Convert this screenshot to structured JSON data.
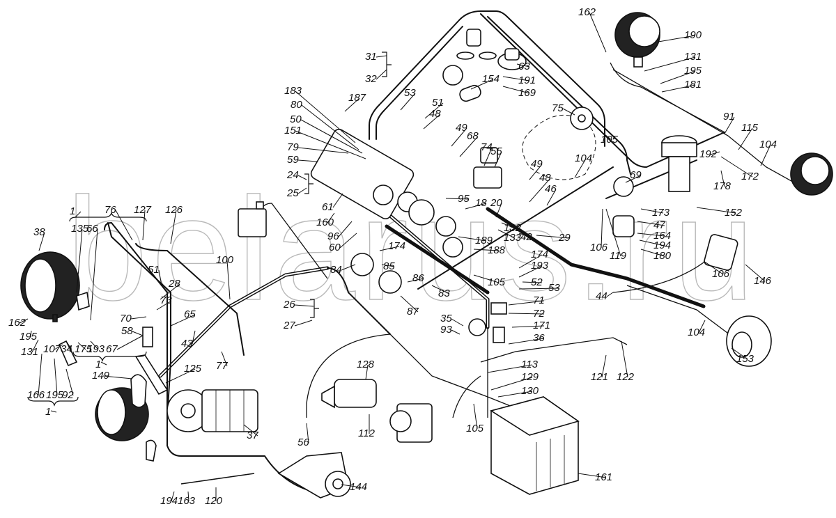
{
  "diagram": {
    "title": "Tractor electrical equipment wiring — exploded view",
    "watermark": "belarus.ru",
    "components": [
      {
        "id": "headlight-left-upper",
        "label": "38"
      },
      {
        "id": "headlight-left-lower",
        "label": ""
      },
      {
        "id": "headlight-right-top",
        "label": "190"
      },
      {
        "id": "headlight-right-rear",
        "label": ""
      },
      {
        "id": "generator",
        "label": "37"
      },
      {
        "id": "starter",
        "label": ""
      },
      {
        "id": "battery",
        "label": "161"
      },
      {
        "id": "heater-fan",
        "label": "144"
      },
      {
        "id": "wiper-motor",
        "label": "146"
      },
      {
        "id": "blower-motor",
        "label": "153"
      },
      {
        "id": "instrument-panel",
        "label": ""
      },
      {
        "id": "fuel-filter",
        "label": ""
      },
      {
        "id": "fan-motor-cab",
        "label": ""
      },
      {
        "id": "cab-lamp",
        "label": "63"
      },
      {
        "id": "speaker-dome",
        "label": "75"
      },
      {
        "id": "relay-regulator",
        "label": "112"
      }
    ],
    "callouts": [
      {
        "text": "162"
      },
      {
        "text": "190"
      },
      {
        "text": "131"
      },
      {
        "text": "195"
      },
      {
        "text": "181"
      },
      {
        "text": "31"
      },
      {
        "text": "32"
      },
      {
        "text": "63"
      },
      {
        "text": "191"
      },
      {
        "text": "169"
      },
      {
        "text": "154"
      },
      {
        "text": "183"
      },
      {
        "text": "187"
      },
      {
        "text": "80"
      },
      {
        "text": "53"
      },
      {
        "text": "51"
      },
      {
        "text": "48"
      },
      {
        "text": "50"
      },
      {
        "text": "151"
      },
      {
        "text": "79"
      },
      {
        "text": "59"
      },
      {
        "text": "24"
      },
      {
        "text": "25"
      },
      {
        "text": "75"
      },
      {
        "text": "105"
      },
      {
        "text": "91"
      },
      {
        "text": "115"
      },
      {
        "text": "104"
      },
      {
        "text": "49"
      },
      {
        "text": "68"
      },
      {
        "text": "74"
      },
      {
        "text": "55"
      },
      {
        "text": "192"
      },
      {
        "text": "172"
      },
      {
        "text": "178"
      },
      {
        "text": "61"
      },
      {
        "text": "95"
      },
      {
        "text": "18"
      },
      {
        "text": "20"
      },
      {
        "text": "49"
      },
      {
        "text": "48"
      },
      {
        "text": "46"
      },
      {
        "text": "104"
      },
      {
        "text": "69"
      },
      {
        "text": "173"
      },
      {
        "text": "152"
      },
      {
        "text": "160"
      },
      {
        "text": "96"
      },
      {
        "text": "60"
      },
      {
        "text": "132"
      },
      {
        "text": "133"
      },
      {
        "text": "42"
      },
      {
        "text": "29"
      },
      {
        "text": "106"
      },
      {
        "text": "119"
      },
      {
        "text": "47"
      },
      {
        "text": "164"
      },
      {
        "text": "194"
      },
      {
        "text": "180"
      },
      {
        "text": "174"
      },
      {
        "text": "189"
      },
      {
        "text": "188"
      },
      {
        "text": "84"
      },
      {
        "text": "85"
      },
      {
        "text": "86"
      },
      {
        "text": "83"
      },
      {
        "text": "87"
      },
      {
        "text": "174"
      },
      {
        "text": "193"
      },
      {
        "text": "52"
      },
      {
        "text": "53"
      },
      {
        "text": "105"
      },
      {
        "text": "44"
      },
      {
        "text": "106"
      },
      {
        "text": "146"
      },
      {
        "text": "71"
      },
      {
        "text": "72"
      },
      {
        "text": "171"
      },
      {
        "text": "35"
      },
      {
        "text": "93"
      },
      {
        "text": "36"
      },
      {
        "text": "104"
      },
      {
        "text": "153"
      },
      {
        "text": "121"
      },
      {
        "text": "122"
      },
      {
        "text": "113"
      },
      {
        "text": "129"
      },
      {
        "text": "130"
      },
      {
        "text": "105"
      },
      {
        "text": "161"
      },
      {
        "text": "128"
      },
      {
        "text": "112"
      },
      {
        "text": "56"
      },
      {
        "text": "144"
      },
      {
        "text": "120"
      },
      {
        "text": "163"
      },
      {
        "text": "194"
      },
      {
        "text": "37"
      },
      {
        "text": "125"
      },
      {
        "text": "149"
      },
      {
        "text": "26"
      },
      {
        "text": "27"
      },
      {
        "text": "77"
      },
      {
        "text": "43"
      },
      {
        "text": "100"
      },
      {
        "text": "65"
      },
      {
        "text": "58"
      },
      {
        "text": "70"
      },
      {
        "text": "73"
      },
      {
        "text": "28"
      },
      {
        "text": "51"
      },
      {
        "text": "76"
      },
      {
        "text": "127"
      },
      {
        "text": "126"
      },
      {
        "text": "1"
      },
      {
        "text": "135"
      },
      {
        "text": "66"
      },
      {
        "text": "38"
      },
      {
        "text": "162"
      },
      {
        "text": "195"
      },
      {
        "text": "131"
      },
      {
        "text": "107"
      },
      {
        "text": "34"
      },
      {
        "text": "175"
      },
      {
        "text": "193"
      },
      {
        "text": "67"
      },
      {
        "text": "1"
      },
      {
        "text": "166"
      },
      {
        "text": "195"
      },
      {
        "text": "92"
      },
      {
        "text": "1"
      }
    ]
  }
}
